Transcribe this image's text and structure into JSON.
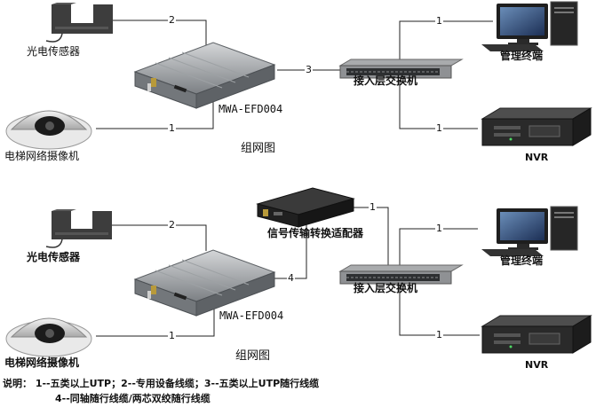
{
  "top": {
    "sensor_label": "光电传感器",
    "camera_label": "电梯网络摄像机",
    "encoder_model": "MWA-EFD004",
    "switch_label": "接入层交换机",
    "terminal_label": "管理终端",
    "nvr_label": "NVR",
    "title": "组网图",
    "link_sensor": "2",
    "link_camera": "1",
    "link_switch": "3",
    "link_terminal": "1",
    "link_nvr": "1"
  },
  "bottom": {
    "sensor_label": "光电传感器",
    "camera_label": "电梯网络摄像机",
    "encoder_model": "MWA-EFD004",
    "adapter_label": "信号传输转换适配器",
    "switch_label": "接入层交换机",
    "terminal_label": "管理终端",
    "nvr_label": "NVR",
    "title": "组网图",
    "link_sensor": "2",
    "link_camera": "1",
    "link_adapter": "1",
    "link_encoder": "4",
    "link_terminal": "1",
    "link_nvr": "1"
  },
  "legend": {
    "line1": "说明： 1--五类以上UTP；2--专用设备线缆；3--五类以上UTP随行线缆",
    "line2": "4--同轴随行线缆/两芯双绞随行线缆"
  }
}
